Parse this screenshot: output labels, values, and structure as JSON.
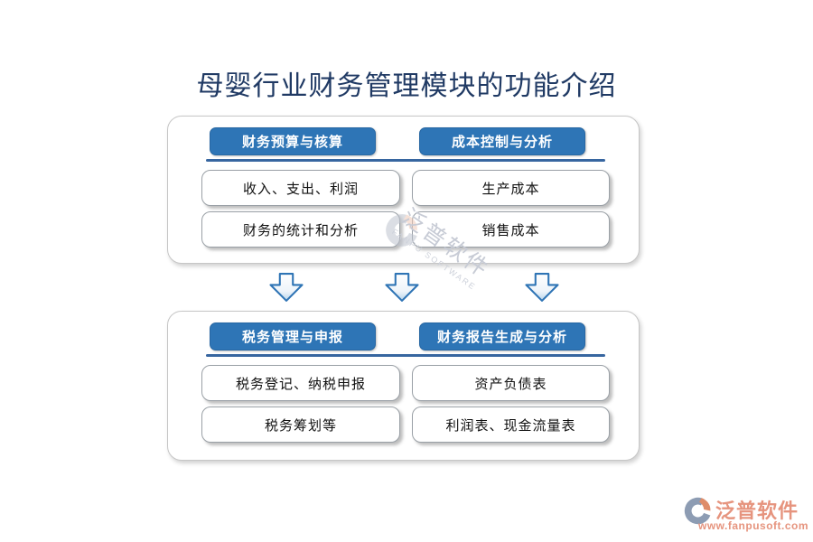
{
  "title": "母婴行业财务管理模块的功能介绍",
  "panels": [
    {
      "columns": [
        {
          "header": "财务预算与核算",
          "items": [
            "收入、支出、利润",
            "财务的统计和分析"
          ]
        },
        {
          "header": "成本控制与分析",
          "items": [
            "生产成本",
            "销售成本"
          ]
        }
      ]
    },
    {
      "columns": [
        {
          "header": "税务管理与申报",
          "items": [
            "税务登记、纳税申报",
            "税务筹划等"
          ]
        },
        {
          "header": "财务报告生成与分析",
          "items": [
            "资产负债表",
            "利润表、现金流量表"
          ]
        }
      ]
    }
  ],
  "watermark": {
    "brand": "泛普软件",
    "brand_en": "FANPU SOFTWARE"
  },
  "footer_logo": {
    "brand": "泛普软件",
    "url": "www.fanpusoft.com"
  },
  "colors": {
    "header_blue": "#2E75B6",
    "divider_blue": "#3766A0",
    "title_navy": "#203A64",
    "arrow_blue": "#2E74B5",
    "logo_salmon": "#E6947E",
    "logo_gray": "#8D9CB3",
    "logo_orange": "#DE8C69"
  }
}
